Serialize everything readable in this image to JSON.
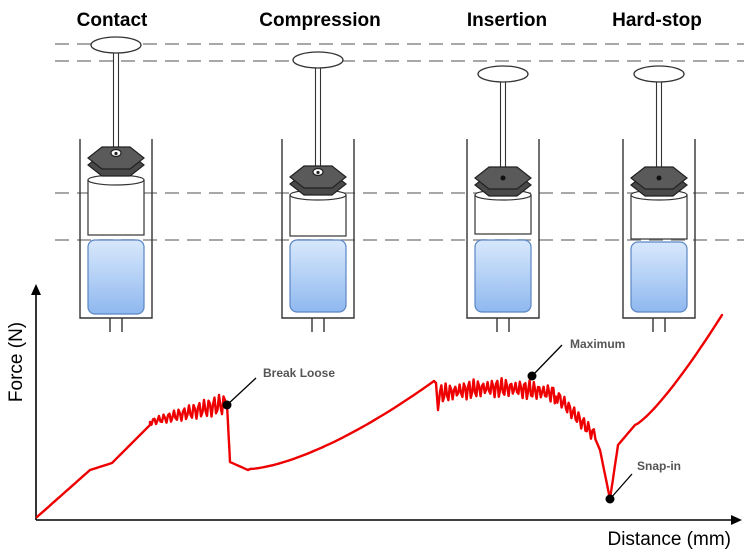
{
  "stages": [
    {
      "label": "Contact"
    },
    {
      "label": "Compression"
    },
    {
      "label": "Insertion"
    },
    {
      "label": "Hard-stop"
    }
  ],
  "colors": {
    "curve": "#ee0000",
    "dashed": "#8c8c8c",
    "hex_stopper": "#4a4a4a",
    "liquid": "#b8d4f8",
    "annotation": "#555555"
  },
  "chart_data": {
    "type": "line",
    "xlabel": "Distance (mm)",
    "ylabel": "Force (N)",
    "ticks_shown": false,
    "grid": false,
    "annotations": [
      {
        "label": "Break Loose"
      },
      {
        "label": "Maximum"
      },
      {
        "label": "Snap-in"
      }
    ]
  }
}
